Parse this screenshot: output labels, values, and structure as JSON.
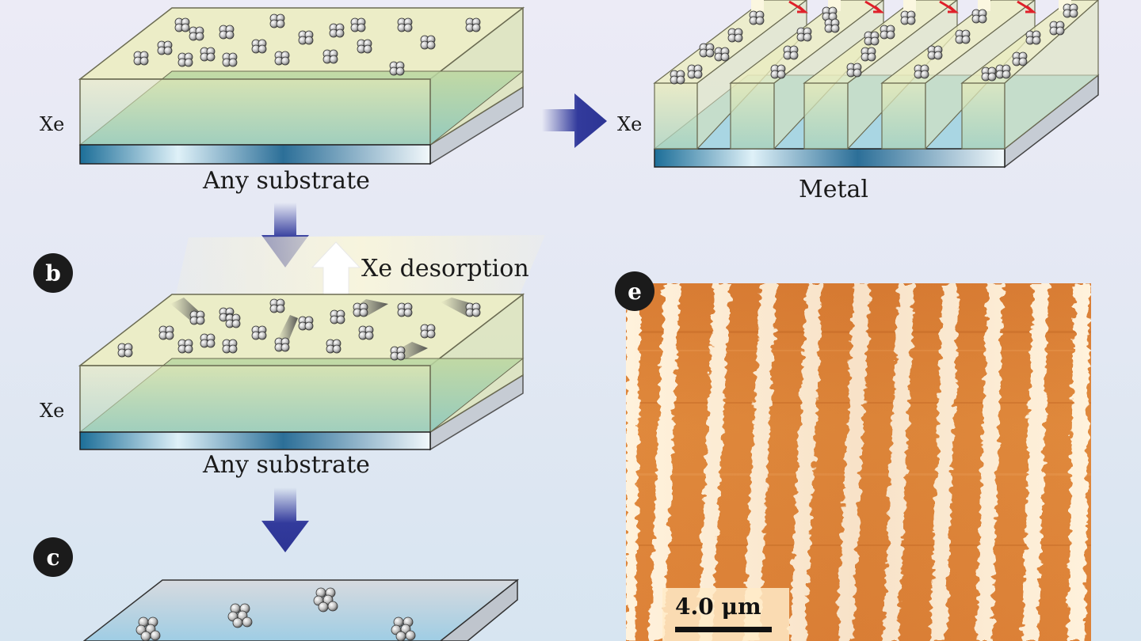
{
  "colors": {
    "xe_layer": "#e9ecbb",
    "substrate_dark": "#1c7aa6",
    "substrate_light": "#c7e9f5",
    "arrow_blue": "#323a9c",
    "afm_orange": "#dc8038",
    "red_arrow": "#e0202a"
  },
  "panels": {
    "a": {
      "layer_label": "Xe",
      "substrate_label": "Any substrate"
    },
    "b": {
      "badge": "b",
      "desorption_label": "Xe desorption",
      "layer_label": "Xe",
      "substrate_label": "Any substrate"
    },
    "c": {
      "badge": "c"
    },
    "d": {
      "layer_label": "Xe",
      "substrate_label": "Metal"
    },
    "e": {
      "badge": "e",
      "scale_label": "4.0 μm"
    }
  }
}
